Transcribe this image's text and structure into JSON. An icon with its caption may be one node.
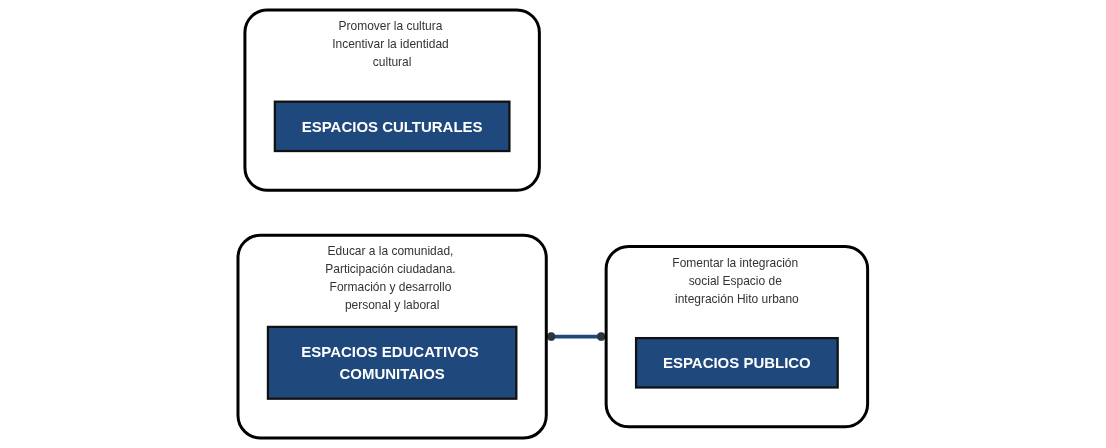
{
  "diagram": {
    "nodes": [
      {
        "text": [
          "Educar a la comunidad, Participación ciudadana. Formación y desarrollo personal y laboral"
        ]
      },
      {
        "text": [
          "ESPACIOS EDUCATIVOS COMUNITAIOS"
        ],
        "in": 0
      },
      {
        "text": [
          "Promover la cultura Incentivar la identidad cultural"
        ]
      },
      {
        "text": [
          "ESPACIOS CULTURALES"
        ],
        "in": 2
      },
      {
        "text": [
          "Fomentar la integración social Espacio de integración Hito urbano"
        ]
      },
      {
        "text": [
          "ESPACIOS PUBLICO"
        ],
        "in": 4
      }
    ],
    "edges": [
      {
        "from": 0,
        "to": 4,
        "arrow": "other"
      }
    ]
  }
}
